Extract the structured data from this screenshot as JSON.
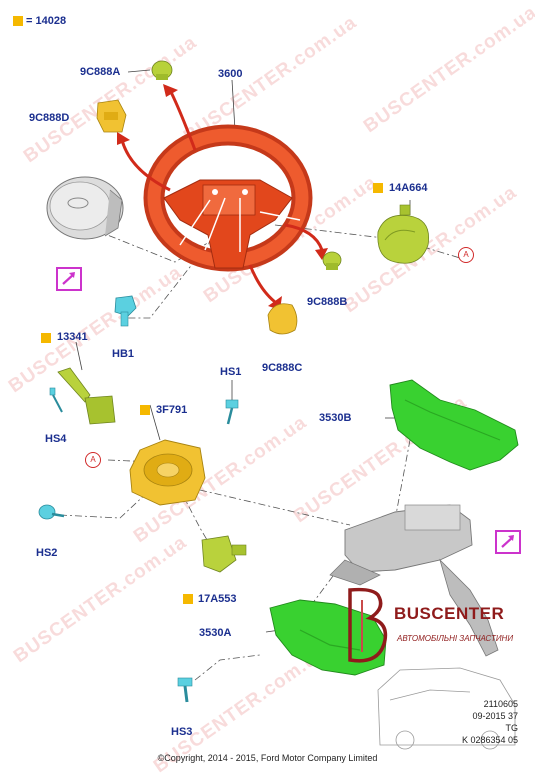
{
  "legend": {
    "label": "= 14028",
    "color": "#f5b800"
  },
  "colors": {
    "label_text": "#1b2f8f",
    "steering_wheel": "#e2471c",
    "wiring": "#b9d23c",
    "clockspring": "#f1c232",
    "shroud": "#39d130",
    "column": "#b5b5b5",
    "arrow": "#d12a1a",
    "reference": "#cc33cc",
    "watermark": "#e15a5a"
  },
  "parts": {
    "p3600": "3600",
    "p9C888A": "9C888A",
    "p9C888D": "9C888D",
    "p14A664": "14A664",
    "p9C888B": "9C888B",
    "p9C888C": "9C888C",
    "pHB1": "HB1",
    "p13341": "13341",
    "pHS1": "HS1",
    "p3F791": "3F791",
    "pHS4": "HS4",
    "p3530B": "3530B",
    "pHS2": "HS2",
    "p17A553": "17A553",
    "p3530A": "3530A",
    "pHS3": "HS3"
  },
  "refs": {
    "a1": "A",
    "a2": "A"
  },
  "watermark": "BUSCENTER.com.ua",
  "logo": {
    "name": "BUSCENTER",
    "sub": "АВТОМОБІЛЬНІ ЗАПЧАСТИНИ"
  },
  "copyright": "©Copyright, 2014 - 2015, Ford Motor Company Limited",
  "stamp": {
    "line1": "2110605",
    "line2": "09-2015 37",
    "line3": "TG",
    "line4": "K 0286354 05"
  }
}
